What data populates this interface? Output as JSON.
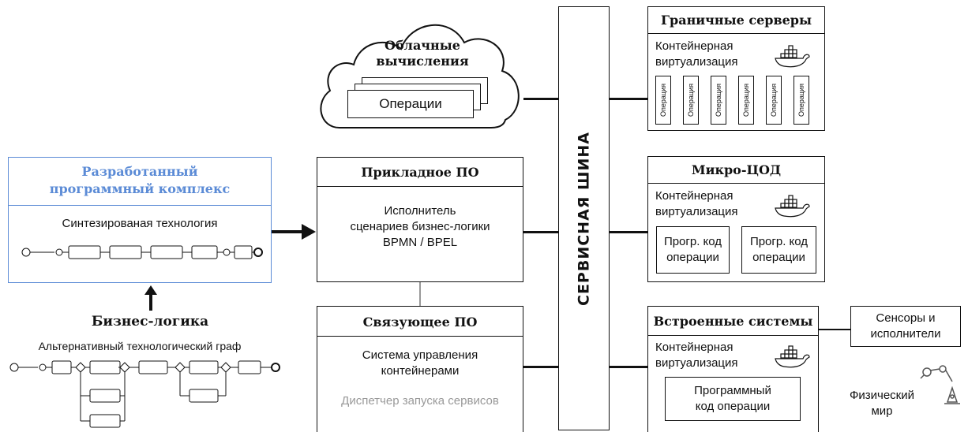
{
  "cloud": {
    "title_line1": "Облачные",
    "title_line2": "вычисления",
    "operations": "Операции"
  },
  "bus": {
    "label": "СЕРВИСНАЯ ШИНА"
  },
  "developed": {
    "title_line1": "Разработанный",
    "title_line2": "программный комплекс",
    "subtitle": "Синтезированая технология",
    "accent": "#5b8bd6"
  },
  "business_logic": {
    "label": "Бизнес-логика",
    "alt_graph": "Альтернативный технологический граф"
  },
  "applied_sw": {
    "title": "Прикладное ПО",
    "line1": "Исполнитель",
    "line2": "сценариев бизнес-логики",
    "line3": "BPMN / BPEL"
  },
  "middleware": {
    "title": "Связующее ПО",
    "line1": "Система управления",
    "line2": "контейнерами",
    "line3": "Диспетчер запуска сервисов"
  },
  "edge": {
    "title": "Граничные серверы",
    "virt_line1": "Контейнерная",
    "virt_line2": "виртуализация",
    "ops": [
      "Операция",
      "Операция",
      "Операция",
      "Операция",
      "Операция",
      "Операция"
    ]
  },
  "micro": {
    "title": "Микро-ЦОД",
    "virt_line1": "Контейнерная",
    "virt_line2": "виртуализация",
    "code_line1": "Прогр. код",
    "code_line2": "операции"
  },
  "embedded": {
    "title": "Встроенные системы",
    "virt_line1": "Контейнерная",
    "virt_line2": "виртуализация",
    "code_line1": "Программный",
    "code_line2": "код операции"
  },
  "sensors": {
    "line1": "Сенсоры и",
    "line2": "исполнители"
  },
  "physical": {
    "line1": "Физический",
    "line2": "мир"
  },
  "icons": {
    "docker": "docker-whale-icon",
    "robot": "robot-arm-icon"
  }
}
